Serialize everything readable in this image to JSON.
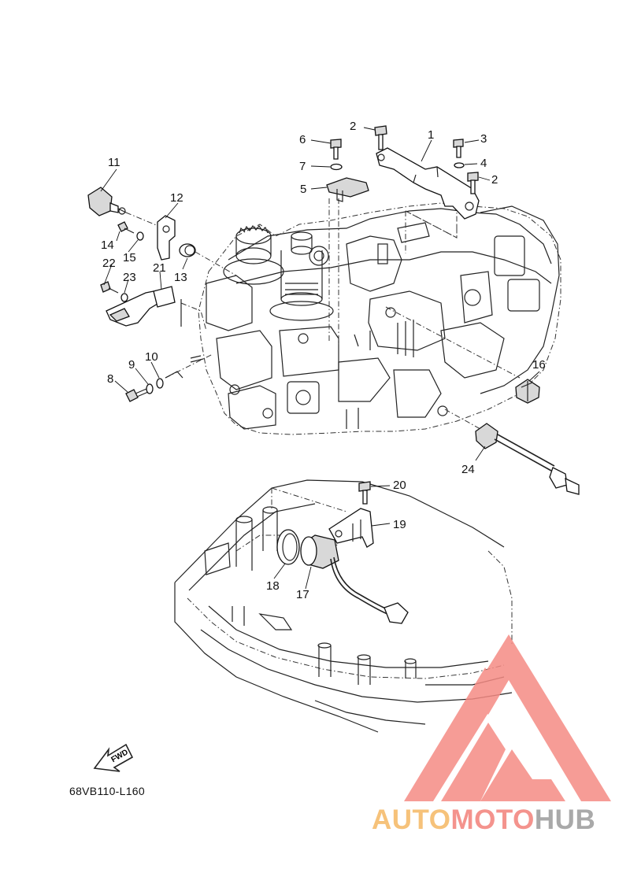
{
  "callouts": [
    {
      "id": "1",
      "text": "1"
    },
    {
      "id": "2a",
      "text": "2"
    },
    {
      "id": "2b",
      "text": "2"
    },
    {
      "id": "3",
      "text": "3"
    },
    {
      "id": "4",
      "text": "4"
    },
    {
      "id": "5",
      "text": "5"
    },
    {
      "id": "6",
      "text": "6"
    },
    {
      "id": "7",
      "text": "7"
    },
    {
      "id": "8",
      "text": "8"
    },
    {
      "id": "9",
      "text": "9"
    },
    {
      "id": "10",
      "text": "10"
    },
    {
      "id": "11",
      "text": "11"
    },
    {
      "id": "12",
      "text": "12"
    },
    {
      "id": "13",
      "text": "13"
    },
    {
      "id": "14",
      "text": "14"
    },
    {
      "id": "15",
      "text": "15"
    },
    {
      "id": "16",
      "text": "16"
    },
    {
      "id": "17",
      "text": "17"
    },
    {
      "id": "18",
      "text": "18"
    },
    {
      "id": "19",
      "text": "19"
    },
    {
      "id": "20",
      "text": "20"
    },
    {
      "id": "21",
      "text": "21"
    },
    {
      "id": "22",
      "text": "22"
    },
    {
      "id": "23",
      "text": "23"
    },
    {
      "id": "24",
      "text": "24"
    }
  ],
  "fwd_label": "FWD",
  "diagram_code": "68VB110-L160",
  "watermark": {
    "parts": [
      {
        "text": "AUTO",
        "color": "#f6c27a"
      },
      {
        "text": "MOTO",
        "color": "#f4938d"
      },
      {
        "text": "HUB",
        "color": "#a9a9a9"
      }
    ],
    "logo_color": "#f58b84"
  }
}
